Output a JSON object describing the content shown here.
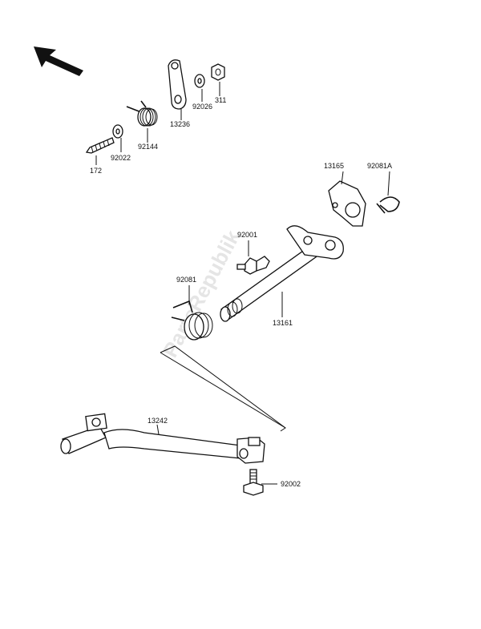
{
  "watermark": "PartsRepublik",
  "parts": {
    "p172": "172",
    "p92022": "92022",
    "p92144": "92144",
    "p13236": "13236",
    "p92026": "92026",
    "p311": "311",
    "p13165": "13165",
    "p92081A": "92081A",
    "p92001": "92001",
    "p92081": "92081",
    "p13161": "13161",
    "p13242": "13242",
    "p92002": "92002"
  }
}
